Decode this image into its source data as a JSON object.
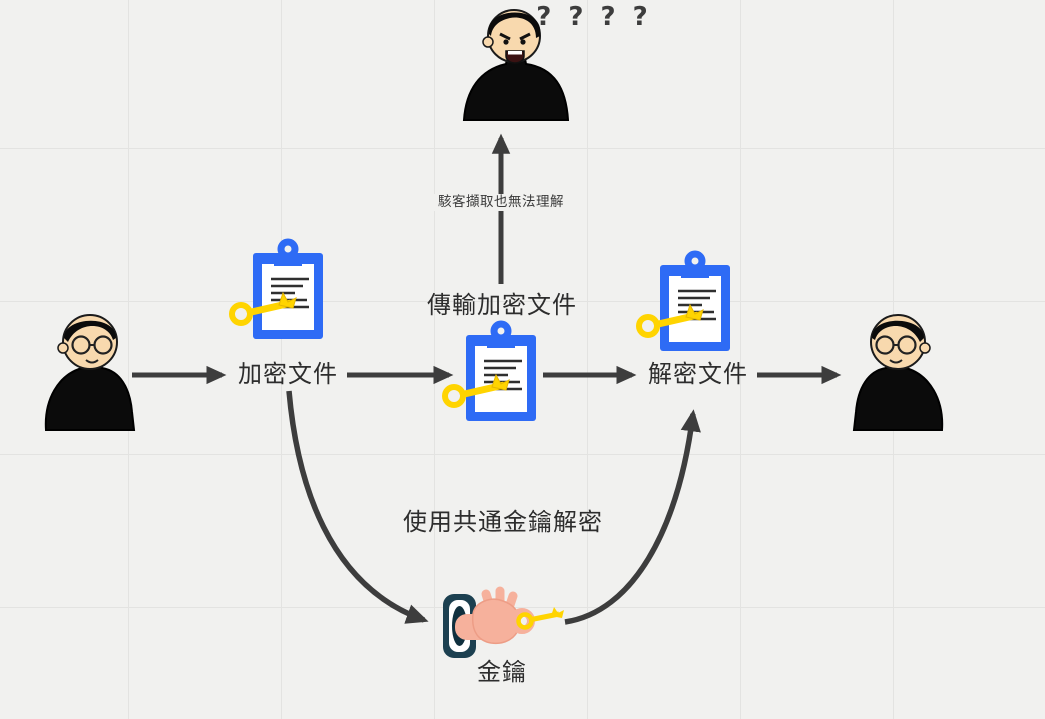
{
  "diagram": {
    "title_context": "symmetric-key encryption flow",
    "labels": {
      "question_marks": "? ? ? ?",
      "hacker_note": "駭客擷取也無法理解",
      "transmit_encrypted": "傳輸加密文件",
      "encrypt_file": "加密文件",
      "decrypt_file": "解密文件",
      "shared_key_note": "使用共通金鑰解密",
      "key": "金鑰"
    },
    "colors": {
      "canvas_background": "#f1f1ef",
      "grid_line": "#e3e3e1",
      "arrow_ink": "#3d3d3d",
      "clipboard_blue": "#2e6bf5",
      "key_gold": "#ffd400",
      "sleeve_teal": "#1c4050",
      "skin_tone": "#f8d9ae"
    },
    "icons": {
      "sender": "person-icon",
      "receiver": "person-icon",
      "hacker": "angry-person-icon",
      "document": "clipboard-with-key-icon",
      "shared_key": "hand-holding-key-icon"
    }
  }
}
